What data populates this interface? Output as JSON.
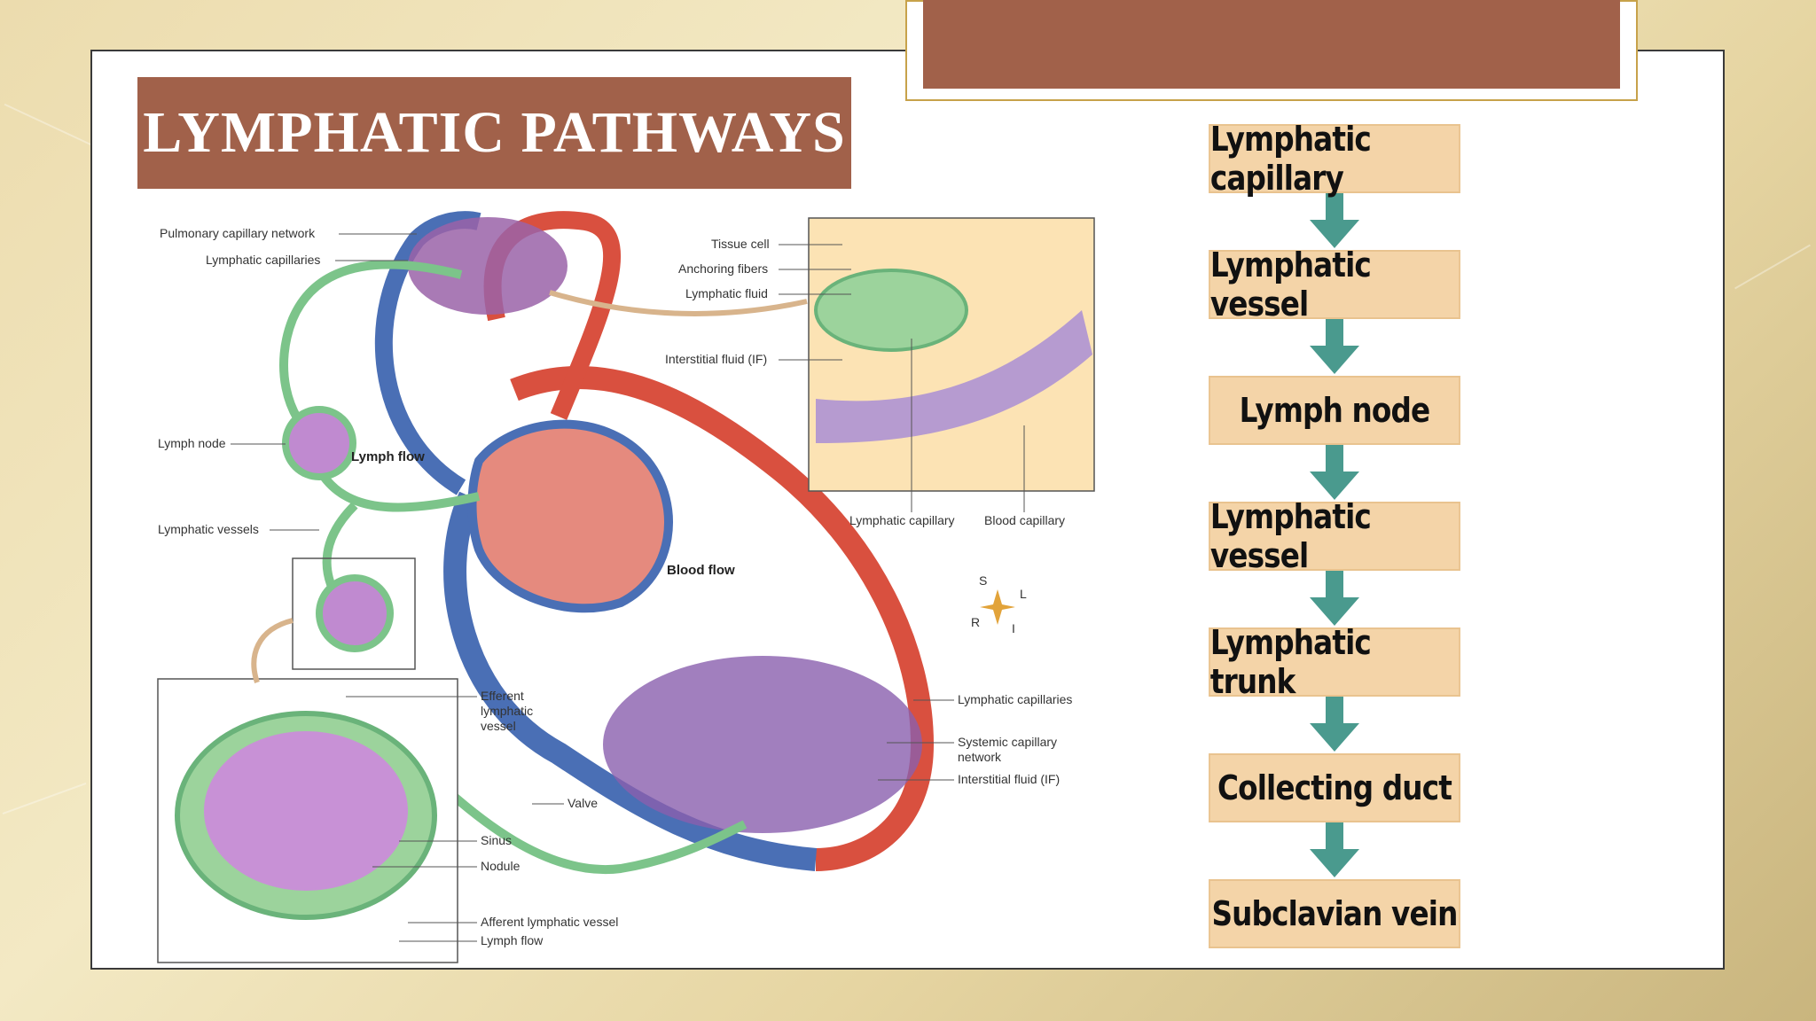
{
  "slide": {
    "title": "LYMPHATIC PATHWAYS"
  },
  "diagram": {
    "labels": {
      "pulmonary_capillary_network": "Pulmonary capillary network",
      "lymphatic_capillaries_top": "Lymphatic capillaries",
      "lymph_node": "Lymph node",
      "lymph_flow": "Lymph flow",
      "lymphatic_vessels": "Lymphatic vessels",
      "blood_flow": "Blood flow",
      "tissue_cell": "Tissue cell",
      "anchoring_fibers": "Anchoring fibers",
      "lymphatic_fluid": "Lymphatic fluid",
      "interstitial_fluid_top": "Interstitial fluid (IF)",
      "lymphatic_capillary": "Lymphatic capillary",
      "blood_capillary": "Blood capillary",
      "efferent_1": "Efferent",
      "efferent_2": "lymphatic",
      "efferent_3": "vessel",
      "valve": "Valve",
      "sinus": "Sinus",
      "nodule": "Nodule",
      "afferent_lymphatic_vessel": "Afferent lymphatic vessel",
      "lymph_flow_bottom": "Lymph flow",
      "lymphatic_capillaries_right": "Lymphatic capillaries",
      "systemic_1": "Systemic capillary",
      "systemic_2": "network",
      "interstitial_fluid_bottom": "Interstitial fluid (IF)",
      "compass_s": "S",
      "compass_l": "L",
      "compass_r": "R",
      "compass_i": "I"
    }
  },
  "flowchart": {
    "steps": [
      "Lymphatic capillary",
      "Lymphatic vessel",
      "Lymph node",
      "Lymphatic vessel",
      "Lymphatic trunk",
      "Collecting duct",
      "Subclavian vein"
    ],
    "arrow_color": "#4a9a8e",
    "box_color": "#f4d4a8"
  },
  "colors": {
    "title_bar": "#a1614a",
    "vein": "#4a6fb5",
    "artery": "#d9503f",
    "lymph": "#7cc48a"
  }
}
